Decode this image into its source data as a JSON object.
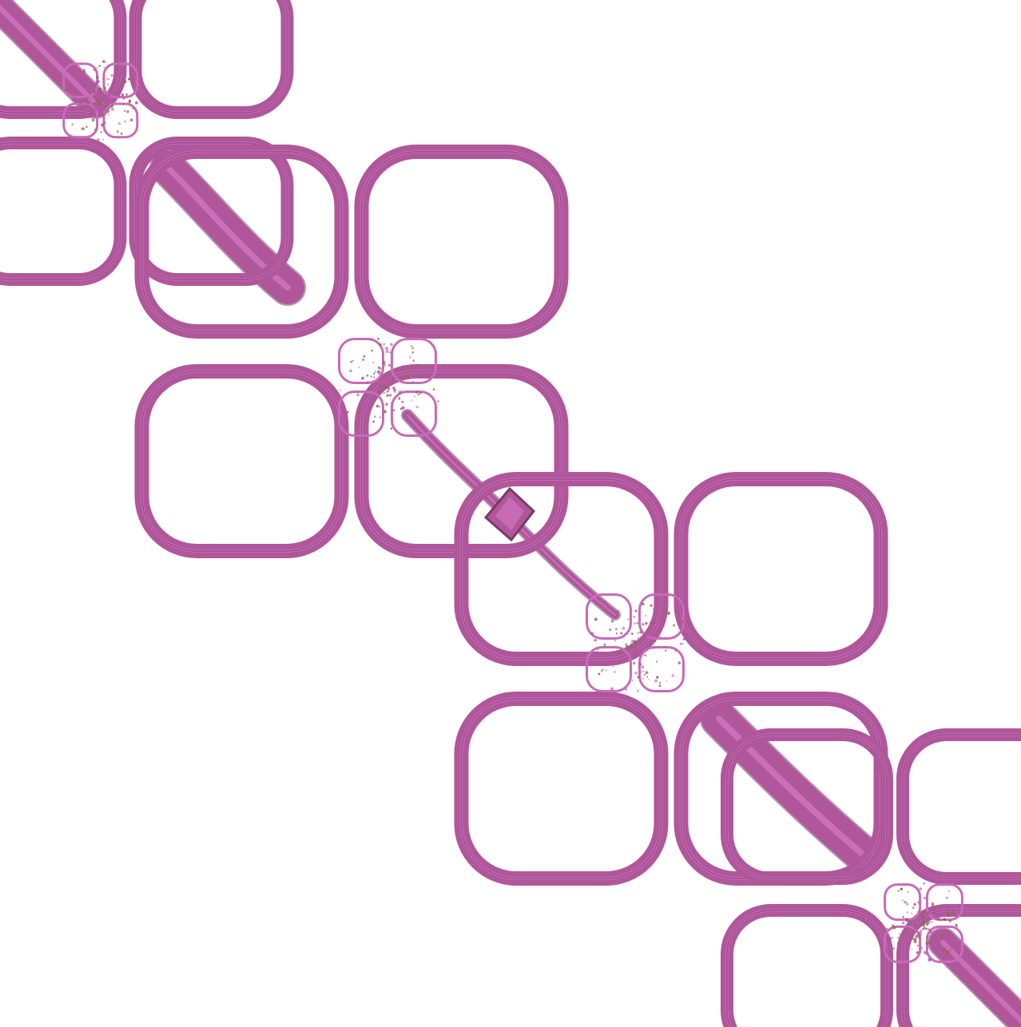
{
  "figure": {
    "kind": "fractal-render",
    "background_color": "#ffffff",
    "palette": {
      "primary": "#b0579c",
      "mid": "#c86bb8",
      "dark": "#7a3a68",
      "highlight": "#e07fd0",
      "speckle": "#8a6a4a"
    },
    "motif": {
      "name": "four-lobed-clover",
      "count": 4
    },
    "connector": {
      "name": "diagonal-stem",
      "has_center_diamond": true
    }
  }
}
